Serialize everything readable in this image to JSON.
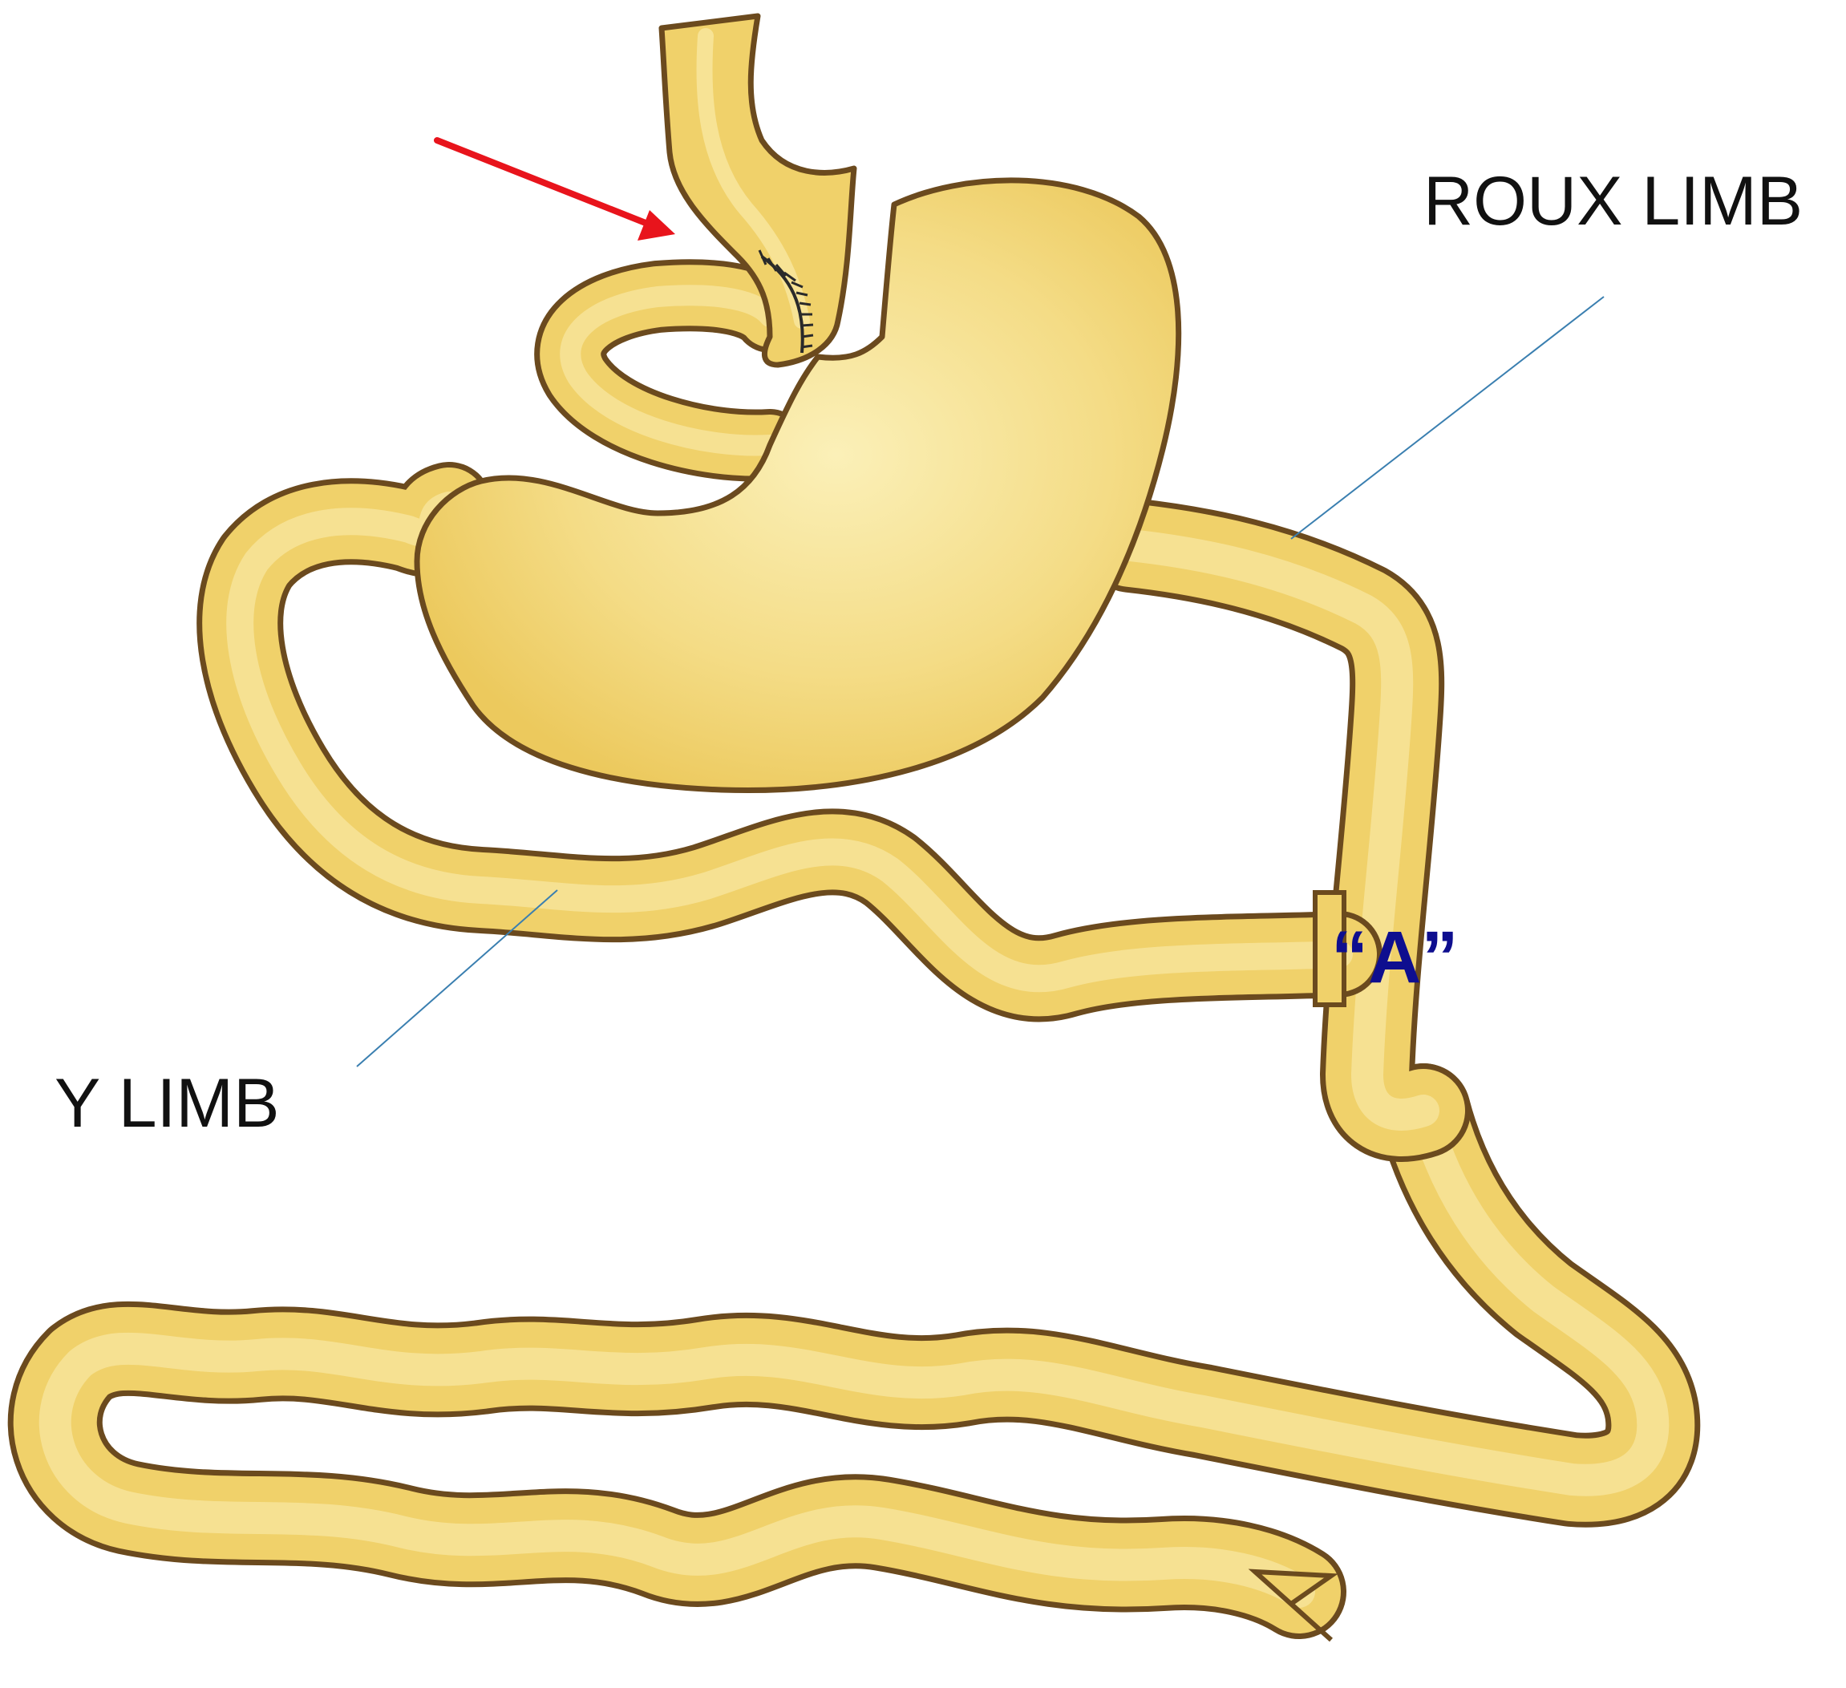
{
  "labels": {
    "roux_limb": "ROUX LIMB",
    "y_limb": "Y LIMB",
    "anastomosis_marker": "“A”"
  },
  "colors": {
    "bowel_fill": "#f1d46f",
    "bowel_highlight": "#fbeeb2",
    "outline": "#6b4a1e",
    "arrow": "#e8141c",
    "marker": "#0e0e8f",
    "leader_line": "#3a7fb0",
    "suture": "#2a2a2a"
  }
}
